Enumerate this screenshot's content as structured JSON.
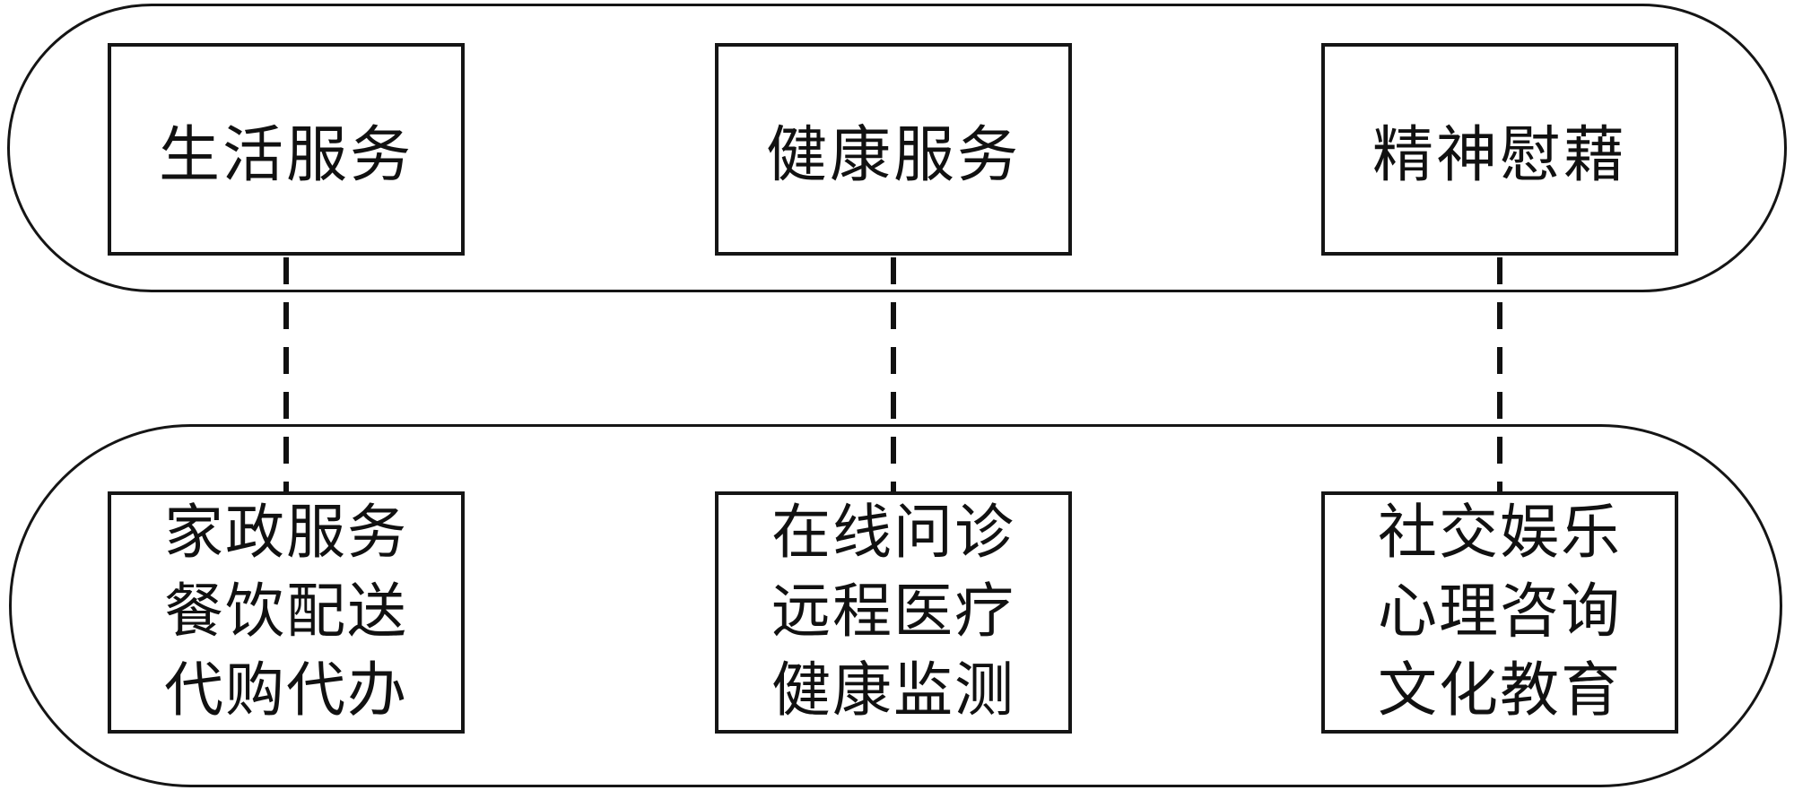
{
  "diagram": {
    "background": "#ffffff",
    "stroke_color": "#111111",
    "top_categories": [
      {
        "label": "生活服务"
      },
      {
        "label": "健康服务"
      },
      {
        "label": "精神慰藉"
      }
    ],
    "sub_categories": [
      {
        "lines": [
          "家政服务",
          "餐饮配送",
          "代购代办"
        ]
      },
      {
        "lines": [
          "在线问诊",
          "远程医疗",
          "健康监测"
        ]
      },
      {
        "lines": [
          "社交娱乐",
          "心理咨询",
          "文化教育"
        ]
      }
    ]
  }
}
